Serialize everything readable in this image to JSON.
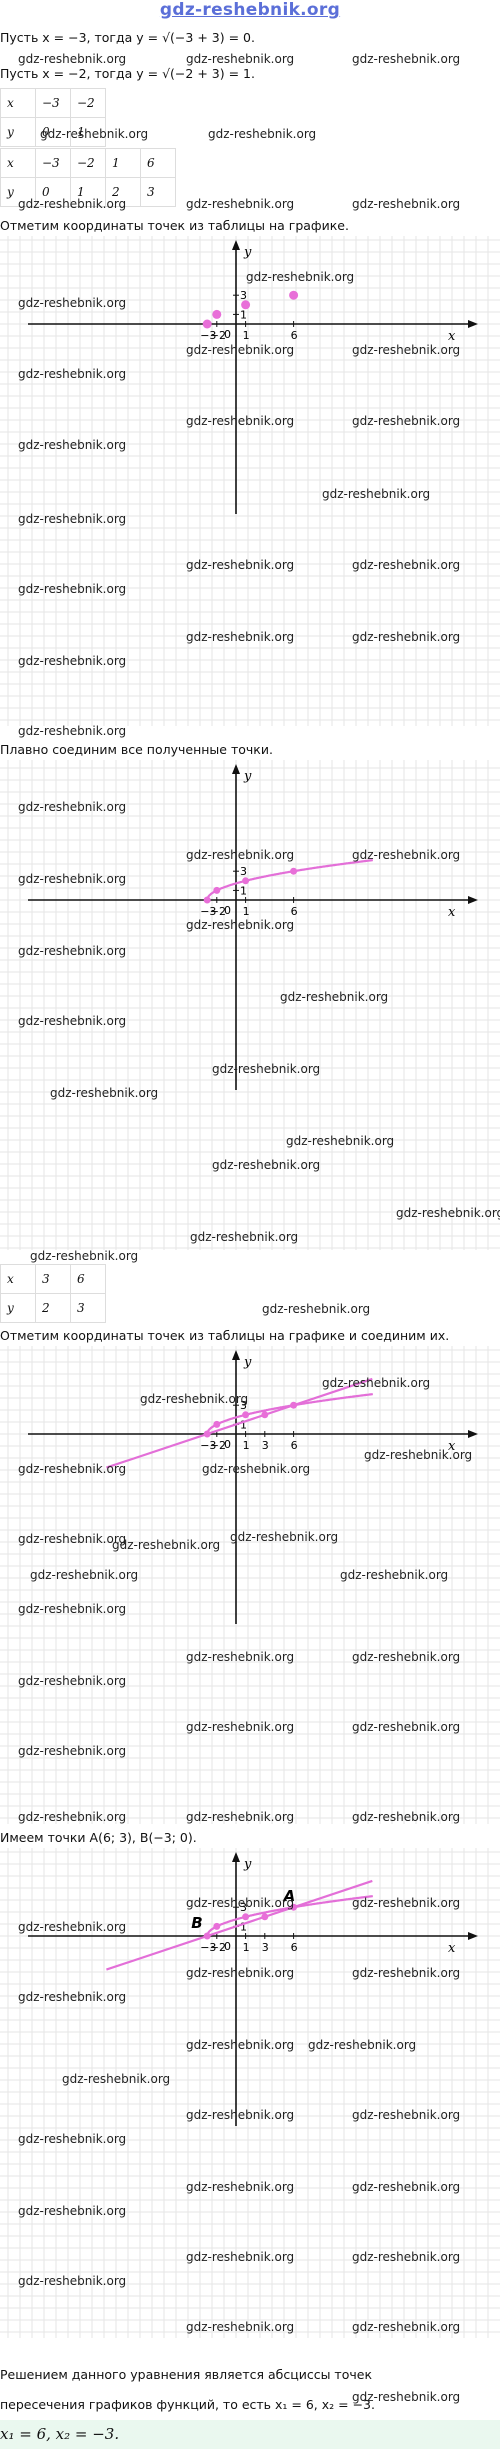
{
  "header": {
    "logo": "gdz-reshebnik.org"
  },
  "watermark": "gdz-reshebnik.org",
  "text": {
    "line1": "Пусть x = −3, тогда y = √(−3 + 3) = 0.",
    "line2": "Пусть x = −2, тогда y = √(−2 + 3) = 1.",
    "caption1": "Отметим координаты точек из таблицы на графике.",
    "caption2": "Плавно соединим все полученные точки.",
    "caption3": "Отметим координаты точек из таблицы на графике и соединим их.",
    "caption4": "Имеем точки A(6; 3), B(−3; 0).",
    "conclusion": "Решением данного уравнения является абсциссы точек пересечения графиков функций, то есть x₁ = 6, x₂ = −3.",
    "answer": "x₁ = 6, x₂ = −3."
  },
  "table1": {
    "rows": [
      [
        "x",
        "−3",
        "−2"
      ],
      [
        "y",
        "0",
        "1"
      ]
    ]
  },
  "table2": {
    "rows": [
      [
        "x",
        "−3",
        "−2",
        "1",
        "6"
      ],
      [
        "y",
        "0",
        "1",
        "2",
        "3"
      ]
    ]
  },
  "table3": {
    "rows": [
      [
        "x",
        "3",
        "6"
      ],
      [
        "y",
        "2",
        "3"
      ]
    ]
  },
  "axes": {
    "x": "x",
    "y": "y",
    "origin": "0",
    "xticks": [
      "−3",
      "−2",
      "1",
      "3",
      "6"
    ],
    "yticks": [
      "1",
      "3"
    ]
  },
  "labels": {
    "A": "A",
    "B": "B"
  },
  "colors": {
    "curve": "#e36fd8",
    "point": "#e86fd8",
    "grid": "#e6e6e6",
    "axis": "#111111"
  },
  "chart_data": [
    {
      "type": "scatter",
      "points": [
        [
          -3,
          0
        ],
        [
          -2,
          1
        ],
        [
          1,
          2
        ],
        [
          6,
          3
        ]
      ]
    },
    {
      "type": "line",
      "series": [
        {
          "function": "y = sqrt(x+3)",
          "x": [
            -3,
            -2,
            1,
            6
          ],
          "y": [
            0,
            1,
            2,
            3
          ]
        }
      ]
    },
    {
      "type": "line",
      "series": [
        {
          "function": "y = sqrt(x+3)",
          "x": [
            -3,
            -2,
            1,
            6
          ],
          "y": [
            0,
            1,
            2,
            3
          ]
        },
        {
          "function": "y = (x+3)/3",
          "x": [
            -3,
            3,
            6
          ],
          "y": [
            0,
            2,
            3
          ]
        }
      ]
    },
    {
      "type": "line",
      "series": [
        {
          "function": "y = sqrt(x+3)",
          "x": [
            -3,
            -2,
            1,
            6
          ],
          "y": [
            0,
            1,
            2,
            3
          ]
        },
        {
          "function": "y = (x+3)/3",
          "x": [
            -3,
            3,
            6
          ],
          "y": [
            0,
            2,
            3
          ]
        }
      ],
      "intersections": [
        [
          6,
          3
        ],
        [
          -3,
          0
        ]
      ]
    }
  ]
}
